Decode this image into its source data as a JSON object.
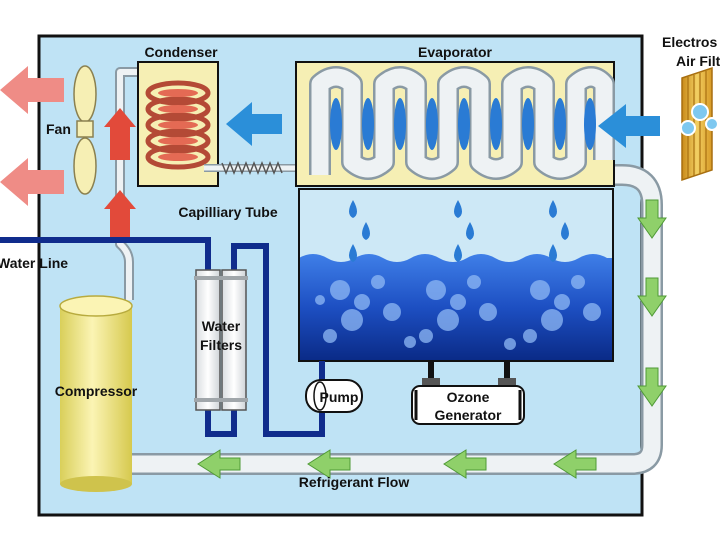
{
  "colors": {
    "housing": "#bfe3f5",
    "housing_border": "#111111",
    "coil_tube": "#e6ecf0",
    "coil_outline": "#8a9aa4",
    "coil_panel": "#f6efb4",
    "hot_coil": "#e0604a",
    "water_top": "#2a63d8",
    "water_bottom": "#0a2f8c",
    "water_line": "#102c8c",
    "refrigerant_arrow": "#8fd06a",
    "hot_arrow": "#e24a3a",
    "exhaust_arrow": "#ef8c86",
    "air_arrow": "#2b8fd9",
    "drop": "#2a7bd4",
    "compressor": "#f3e88a",
    "filter_panel": "#e4b23a"
  },
  "labels": {
    "condenser": "Condenser",
    "evaporator": "Evaporator",
    "air_filter_line1": "Electros",
    "air_filter_line2": "Air Filt",
    "fan": "Fan",
    "capillary_tube": "Capilliary Tube",
    "water_line": "Water Line",
    "water_filters_line1": "Water",
    "water_filters_line2": "Filters",
    "compressor": "Compressor",
    "pump": "Pump",
    "ozone_line1": "Ozone",
    "ozone_line2": "Generator",
    "refrigerant_flow": "Refrigerant Flow"
  },
  "icons": {
    "fan": "fan-icon",
    "air_filter": "air-filter-icon",
    "water_drop": "water-drop-icon",
    "flow_arrow": "arrow-icon"
  }
}
